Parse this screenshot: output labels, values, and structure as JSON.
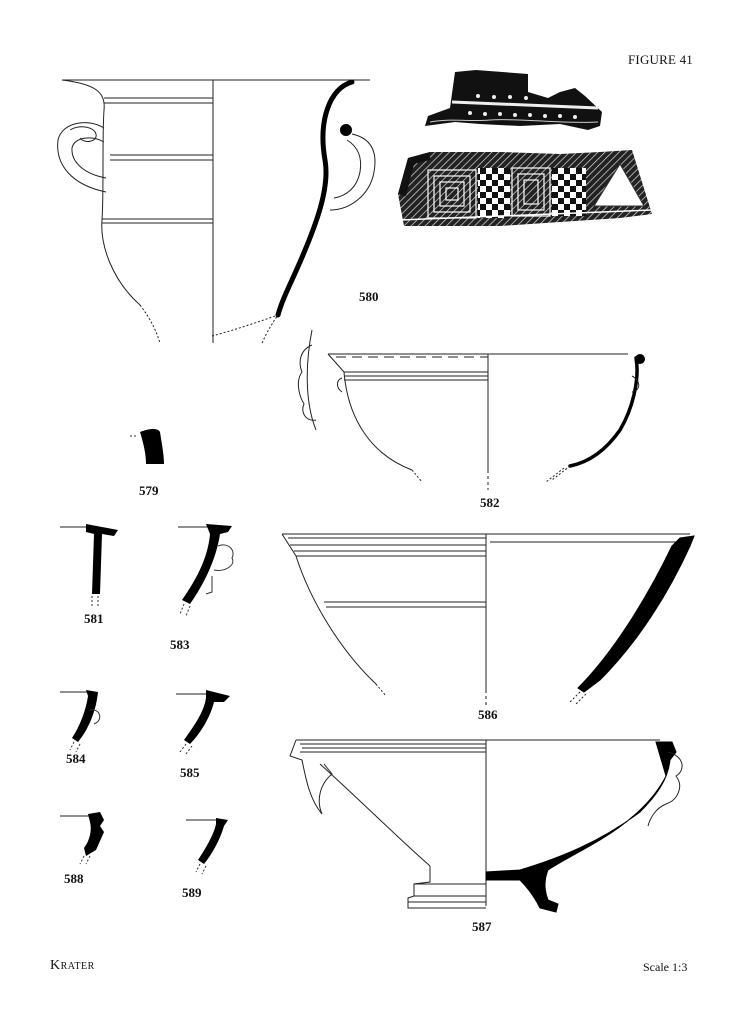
{
  "figure_label": "FIGURE 41",
  "caption": "Krater",
  "scale": "Scale 1:3",
  "objects": {
    "n579": "579",
    "n580": "580",
    "n581": "581",
    "n582": "582",
    "n583": "583",
    "n584": "584",
    "n585": "585",
    "n586": "586",
    "n587": "587",
    "n588": "588",
    "n589": "589"
  }
}
